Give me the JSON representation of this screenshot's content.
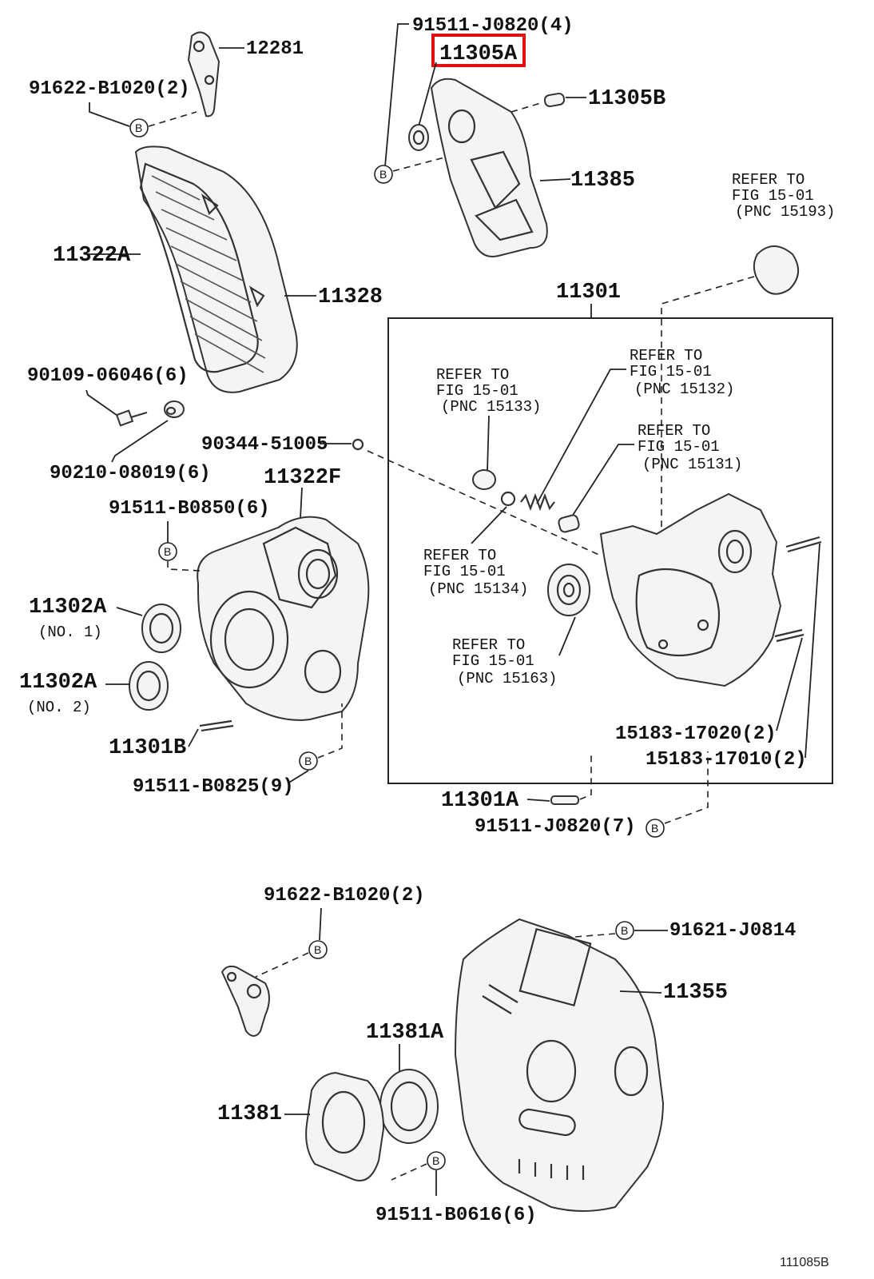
{
  "highlight": {
    "part": "11305A",
    "color": "#e01010"
  },
  "labels": {
    "p12281": "12281",
    "p91622_b1020_top": "91622-B1020(2)",
    "p11322a": "11322A",
    "p11328": "11328",
    "p90109": "90109-06046(6)",
    "p90210": "90210-08019(6)",
    "p90344": "90344-51005",
    "p11322f": "11322F",
    "p91511_b0850": "91511-B0850(6)",
    "p11302a_1": "11302A",
    "p11302a_1_sub": "(NO. 1)",
    "p11302a_2": "11302A",
    "p11302a_2_sub": "(NO. 2)",
    "p11301b": "11301B",
    "p91511_b0825": "91511-B0825(9)",
    "p91511_j0820_4": "91511-J0820(4)",
    "p11305a": "11305A",
    "p11305b": "11305B",
    "p11385": "11385",
    "p11301": "11301",
    "p15183_17020": "15183-17020(2)",
    "p15183_17010": "15183-17010(2)",
    "p11301a": "11301A",
    "p91511_j0820_7": "91511-J0820(7)",
    "p91622_b1020_bot": "91622-B1020(2)",
    "p91621_j0814": "91621-J0814",
    "p11355": "11355",
    "p11381a": "11381A",
    "p11381": "11381",
    "p91511_b0616": "91511-B0616(6)",
    "figure_id": "111085B"
  },
  "references": {
    "r15193": {
      "line1": "REFER TO",
      "line2": "FIG 15-01",
      "line3": "(PNC 15193)"
    },
    "r15133": {
      "line1": "REFER TO",
      "line2": "FIG 15-01",
      "line3": "(PNC 15133)"
    },
    "r15132": {
      "line1": "REFER TO",
      "line2": "FIG 15-01",
      "line3": "(PNC 15132)"
    },
    "r15131": {
      "line1": "REFER TO",
      "line2": "FIG 15-01",
      "line3": "(PNC 15131)"
    },
    "r15134": {
      "line1": "REFER TO",
      "line2": "FIG 15-01",
      "line3": "(PNC 15134)"
    },
    "r15163": {
      "line1": "REFER TO",
      "line2": "FIG 15-01",
      "line3": "(PNC 15163)"
    }
  },
  "bolt_marker": "B"
}
